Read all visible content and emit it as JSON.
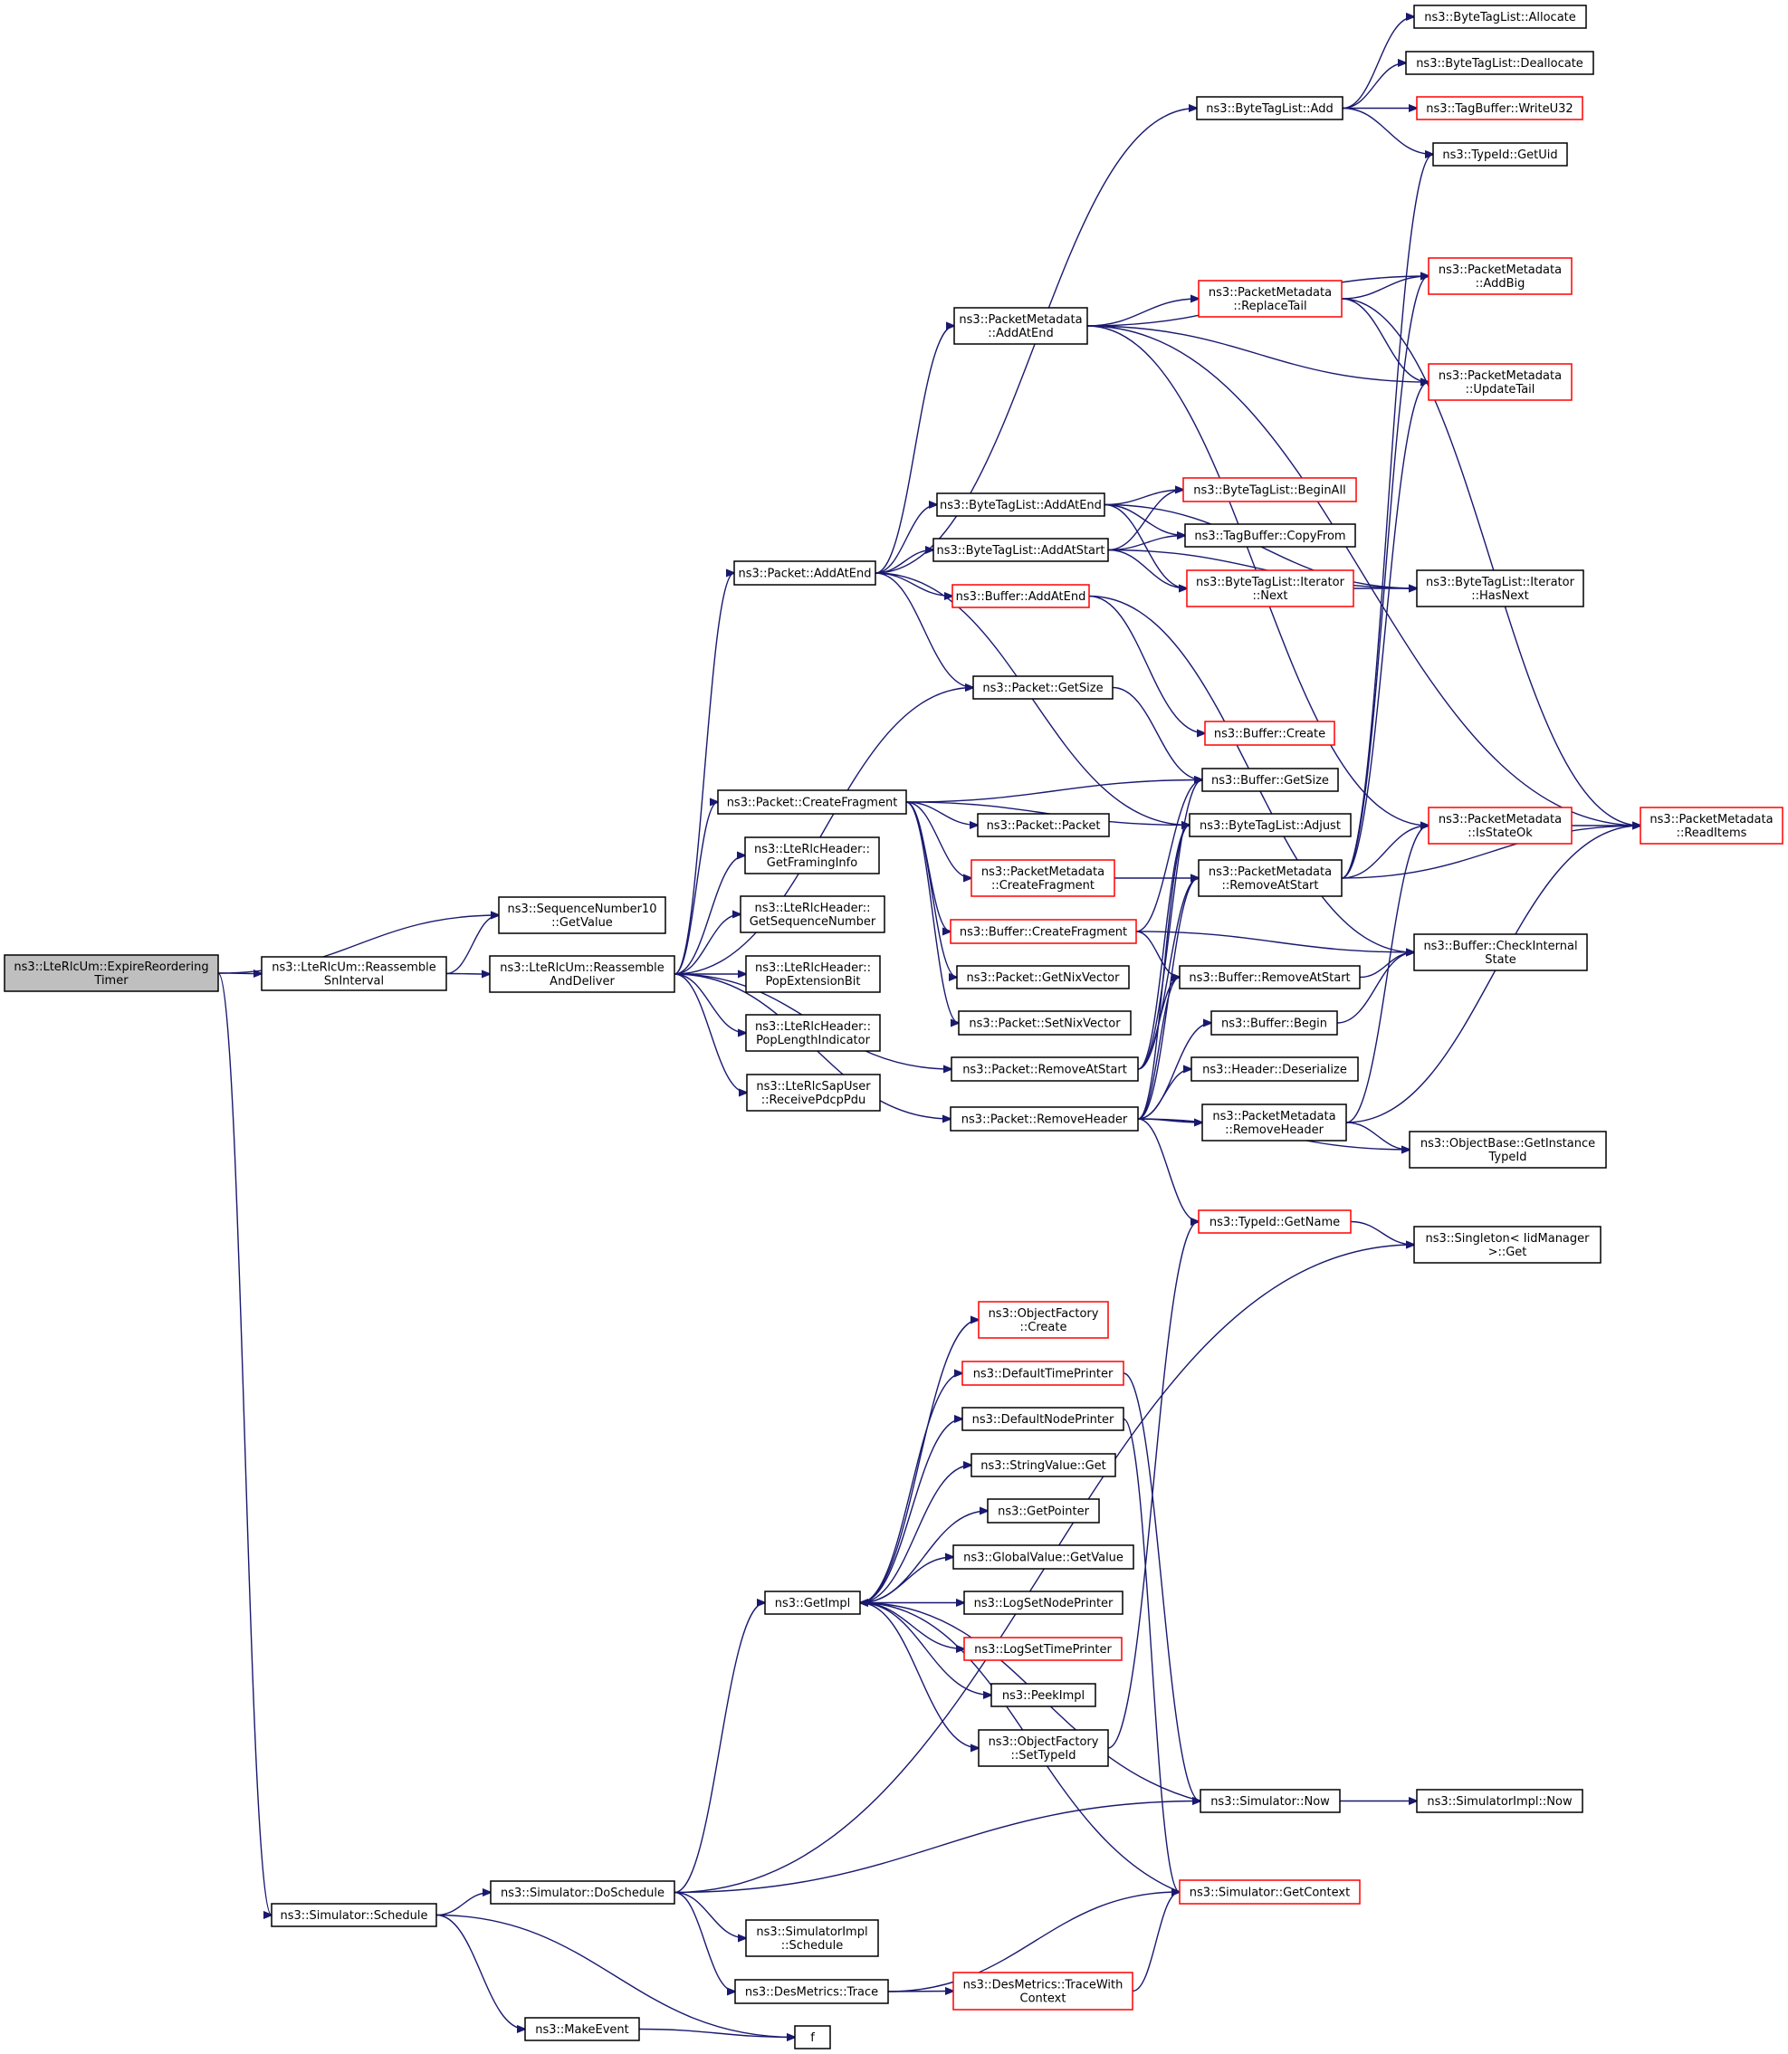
{
  "title": "Call graph of ns3::LteRlcUm::ExpireReorderingTimer",
  "colors": {
    "edge": "#191970",
    "border_normal": "#000000",
    "border_truncated": "#ff0000",
    "root_fill": "#bfbfbf"
  },
  "nodes": [
    {
      "id": "root",
      "lines": [
        "ns3::LteRlcUm::ExpireReordering",
        "Timer"
      ],
      "style": "root"
    },
    {
      "id": "snint",
      "lines": [
        "ns3::LteRlcUm::Reassemble",
        "SnInterval"
      ],
      "style": "normal"
    },
    {
      "id": "seq10",
      "lines": [
        "ns3::SequenceNumber10",
        "::GetValue"
      ],
      "style": "normal"
    },
    {
      "id": "rad",
      "lines": [
        "ns3::LteRlcUm::Reassemble",
        "AndDeliver"
      ],
      "style": "normal"
    },
    {
      "id": "getframing",
      "lines": [
        "ns3::LteRlcHeader::",
        "GetFramingInfo"
      ],
      "style": "normal"
    },
    {
      "id": "getseq",
      "lines": [
        "ns3::LteRlcHeader::",
        "GetSequenceNumber"
      ],
      "style": "normal"
    },
    {
      "id": "popext",
      "lines": [
        "ns3::LteRlcHeader::",
        "PopExtensionBit"
      ],
      "style": "normal"
    },
    {
      "id": "poplen",
      "lines": [
        "ns3::LteRlcHeader::",
        "PopLengthIndicator"
      ],
      "style": "normal"
    },
    {
      "id": "recvpdcp",
      "lines": [
        "ns3::LteRlcSapUser",
        "::ReceivePdcpPdu"
      ],
      "style": "normal"
    },
    {
      "id": "pkt_addatend",
      "lines": [
        "ns3::Packet::AddAtEnd"
      ],
      "style": "normal"
    },
    {
      "id": "pkt_getsize",
      "lines": [
        "ns3::Packet::GetSize"
      ],
      "style": "normal"
    },
    {
      "id": "pkt_createfrag",
      "lines": [
        "ns3::Packet::CreateFragment"
      ],
      "style": "normal"
    },
    {
      "id": "pkt_packet",
      "lines": [
        "ns3::Packet::Packet"
      ],
      "style": "normal"
    },
    {
      "id": "pm_createfrag",
      "lines": [
        "ns3::PacketMetadata",
        "::CreateFragment"
      ],
      "style": "red"
    },
    {
      "id": "buf_createfrag",
      "lines": [
        "ns3::Buffer::CreateFragment"
      ],
      "style": "red"
    },
    {
      "id": "getnix",
      "lines": [
        "ns3::Packet::GetNixVector"
      ],
      "style": "normal"
    },
    {
      "id": "setnix",
      "lines": [
        "ns3::Packet::SetNixVector"
      ],
      "style": "normal"
    },
    {
      "id": "pkt_removeatstart",
      "lines": [
        "ns3::Packet::RemoveAtStart"
      ],
      "style": "normal"
    },
    {
      "id": "pkt_removeheader",
      "lines": [
        "ns3::Packet::RemoveHeader"
      ],
      "style": "normal"
    },
    {
      "id": "btl_add",
      "lines": [
        "ns3::ByteTagList::Add"
      ],
      "style": "normal"
    },
    {
      "id": "btl_allocate",
      "lines": [
        "ns3::ByteTagList::Allocate"
      ],
      "style": "normal"
    },
    {
      "id": "btl_deallocate",
      "lines": [
        "ns3::ByteTagList::Deallocate"
      ],
      "style": "normal"
    },
    {
      "id": "tb_writeu32",
      "lines": [
        "ns3::TagBuffer::WriteU32"
      ],
      "style": "red"
    },
    {
      "id": "typeid_getuid",
      "lines": [
        "ns3::TypeId::GetUid"
      ],
      "style": "normal"
    },
    {
      "id": "pm_addatend",
      "lines": [
        "ns3::PacketMetadata",
        "::AddAtEnd"
      ],
      "style": "normal"
    },
    {
      "id": "pm_replacetail",
      "lines": [
        "ns3::PacketMetadata",
        "::ReplaceTail"
      ],
      "style": "red"
    },
    {
      "id": "pm_addbig",
      "lines": [
        "ns3::PacketMetadata",
        "::AddBig"
      ],
      "style": "red"
    },
    {
      "id": "pm_updatetail",
      "lines": [
        "ns3::PacketMetadata",
        "::UpdateTail"
      ],
      "style": "red"
    },
    {
      "id": "btl_addatend",
      "lines": [
        "ns3::ByteTagList::AddAtEnd"
      ],
      "style": "normal"
    },
    {
      "id": "btl_addatstart",
      "lines": [
        "ns3::ByteTagList::AddAtStart"
      ],
      "style": "normal"
    },
    {
      "id": "buf_addatend",
      "lines": [
        "ns3::Buffer::AddAtEnd"
      ],
      "style": "red"
    },
    {
      "id": "btl_beginall",
      "lines": [
        "ns3::ByteTagList::BeginAll"
      ],
      "style": "red"
    },
    {
      "id": "tb_copyfrom",
      "lines": [
        "ns3::TagBuffer::CopyFrom"
      ],
      "style": "normal"
    },
    {
      "id": "btl_itnext",
      "lines": [
        "ns3::ByteTagList::Iterator",
        "::Next"
      ],
      "style": "red"
    },
    {
      "id": "btl_hasnext",
      "lines": [
        "ns3::ByteTagList::Iterator",
        "::HasNext"
      ],
      "style": "normal"
    },
    {
      "id": "buf_create",
      "lines": [
        "ns3::Buffer::Create"
      ],
      "style": "red"
    },
    {
      "id": "buf_getsize",
      "lines": [
        "ns3::Buffer::GetSize"
      ],
      "style": "normal"
    },
    {
      "id": "btl_adjust",
      "lines": [
        "ns3::ByteTagList::Adjust"
      ],
      "style": "normal"
    },
    {
      "id": "pm_removeatstart",
      "lines": [
        "ns3::PacketMetadata",
        "::RemoveAtStart"
      ],
      "style": "normal"
    },
    {
      "id": "pm_isstateok",
      "lines": [
        "ns3::PacketMetadata",
        "::IsStateOk"
      ],
      "style": "red"
    },
    {
      "id": "pm_readitems",
      "lines": [
        "ns3::PacketMetadata",
        "::ReadItems"
      ],
      "style": "red"
    },
    {
      "id": "buf_checkinternal",
      "lines": [
        "ns3::Buffer::CheckInternal",
        "State"
      ],
      "style": "normal"
    },
    {
      "id": "buf_removeatstart",
      "lines": [
        "ns3::Buffer::RemoveAtStart"
      ],
      "style": "normal"
    },
    {
      "id": "buf_begin",
      "lines": [
        "ns3::Buffer::Begin"
      ],
      "style": "normal"
    },
    {
      "id": "hdr_deserialize",
      "lines": [
        "ns3::Header::Deserialize"
      ],
      "style": "normal"
    },
    {
      "id": "pm_removeheader",
      "lines": [
        "ns3::PacketMetadata",
        "::RemoveHeader"
      ],
      "style": "normal"
    },
    {
      "id": "ob_getinstancetypeid",
      "lines": [
        "ns3::ObjectBase::GetInstance",
        "TypeId"
      ],
      "style": "normal"
    },
    {
      "id": "typeid_getname",
      "lines": [
        "ns3::TypeId::GetName"
      ],
      "style": "red"
    },
    {
      "id": "singleton_get",
      "lines": [
        "ns3::Singleton< IidManager",
        ">::Get"
      ],
      "style": "normal"
    },
    {
      "id": "of_create",
      "lines": [
        "ns3::ObjectFactory",
        "::Create"
      ],
      "style": "red"
    },
    {
      "id": "defaulttimeprinter",
      "lines": [
        "ns3::DefaultTimePrinter"
      ],
      "style": "red"
    },
    {
      "id": "defaultnodeprinter",
      "lines": [
        "ns3::DefaultNodePrinter"
      ],
      "style": "normal"
    },
    {
      "id": "stringvalue_get",
      "lines": [
        "ns3::StringValue::Get"
      ],
      "style": "normal"
    },
    {
      "id": "getpointer",
      "lines": [
        "ns3::GetPointer"
      ],
      "style": "normal"
    },
    {
      "id": "gv_getvalue",
      "lines": [
        "ns3::GlobalValue::GetValue"
      ],
      "style": "normal"
    },
    {
      "id": "getimpl",
      "lines": [
        "ns3::GetImpl"
      ],
      "style": "normal"
    },
    {
      "id": "logsetnodeprinter",
      "lines": [
        "ns3::LogSetNodePrinter"
      ],
      "style": "normal"
    },
    {
      "id": "logsettimeprinter",
      "lines": [
        "ns3::LogSetTimePrinter"
      ],
      "style": "red"
    },
    {
      "id": "peekimpl",
      "lines": [
        "ns3::PeekImpl"
      ],
      "style": "normal"
    },
    {
      "id": "of_settypeid",
      "lines": [
        "ns3::ObjectFactory",
        "::SetTypeId"
      ],
      "style": "normal"
    },
    {
      "id": "sim_now",
      "lines": [
        "ns3::Simulator::Now"
      ],
      "style": "normal"
    },
    {
      "id": "simimpl_now",
      "lines": [
        "ns3::SimulatorImpl::Now"
      ],
      "style": "normal"
    },
    {
      "id": "sim_getcontext",
      "lines": [
        "ns3::Simulator::GetContext"
      ],
      "style": "red"
    },
    {
      "id": "sim_schedule",
      "lines": [
        "ns3::Simulator::Schedule"
      ],
      "style": "normal"
    },
    {
      "id": "sim_doschedule",
      "lines": [
        "ns3::Simulator::DoSchedule"
      ],
      "style": "normal"
    },
    {
      "id": "simimpl_schedule",
      "lines": [
        "ns3::SimulatorImpl",
        "::Schedule"
      ],
      "style": "normal"
    },
    {
      "id": "desmetrics_trace",
      "lines": [
        "ns3::DesMetrics::Trace"
      ],
      "style": "normal"
    },
    {
      "id": "desmetrics_tracewith",
      "lines": [
        "ns3::DesMetrics::TraceWith",
        "Context"
      ],
      "style": "red"
    },
    {
      "id": "makeevent",
      "lines": [
        "ns3::MakeEvent"
      ],
      "style": "normal"
    },
    {
      "id": "f",
      "lines": [
        "f"
      ],
      "style": "normal"
    }
  ],
  "edges": [
    [
      "root",
      "snint"
    ],
    [
      "root",
      "seq10"
    ],
    [
      "root",
      "sim_schedule"
    ],
    [
      "snint",
      "seq10"
    ],
    [
      "snint",
      "rad"
    ],
    [
      "rad",
      "pkt_addatend"
    ],
    [
      "rad",
      "pkt_getsize"
    ],
    [
      "rad",
      "pkt_createfrag"
    ],
    [
      "rad",
      "getframing"
    ],
    [
      "rad",
      "getseq"
    ],
    [
      "rad",
      "popext"
    ],
    [
      "rad",
      "poplen"
    ],
    [
      "rad",
      "recvpdcp"
    ],
    [
      "rad",
      "pkt_removeatstart"
    ],
    [
      "rad",
      "pkt_removeheader"
    ],
    [
      "pkt_addatend",
      "btl_add"
    ],
    [
      "pkt_addatend",
      "pm_addatend"
    ],
    [
      "pkt_addatend",
      "btl_addatend"
    ],
    [
      "pkt_addatend",
      "btl_addatstart"
    ],
    [
      "pkt_addatend",
      "buf_addatend"
    ],
    [
      "pkt_addatend",
      "pkt_getsize"
    ],
    [
      "pkt_addatend",
      "btl_adjust"
    ],
    [
      "btl_add",
      "btl_allocate"
    ],
    [
      "btl_add",
      "btl_deallocate"
    ],
    [
      "btl_add",
      "tb_writeu32"
    ],
    [
      "btl_add",
      "typeid_getuid"
    ],
    [
      "pm_addatend",
      "pm_replacetail"
    ],
    [
      "pm_addatend",
      "pm_addbig"
    ],
    [
      "pm_addatend",
      "pm_updatetail"
    ],
    [
      "pm_addatend",
      "pm_readitems"
    ],
    [
      "pm_addatend",
      "pm_isstateok"
    ],
    [
      "pm_replacetail",
      "pm_addbig"
    ],
    [
      "pm_replacetail",
      "pm_updatetail"
    ],
    [
      "pm_replacetail",
      "pm_readitems"
    ],
    [
      "btl_addatend",
      "btl_beginall"
    ],
    [
      "btl_addatend",
      "tb_copyfrom"
    ],
    [
      "btl_addatend",
      "btl_itnext"
    ],
    [
      "btl_addatend",
      "btl_hasnext"
    ],
    [
      "btl_addatstart",
      "btl_beginall"
    ],
    [
      "btl_addatstart",
      "tb_copyfrom"
    ],
    [
      "btl_addatstart",
      "btl_itnext"
    ],
    [
      "btl_addatstart",
      "btl_hasnext"
    ],
    [
      "btl_itnext",
      "btl_hasnext"
    ],
    [
      "buf_addatend",
      "buf_create"
    ],
    [
      "buf_addatend",
      "buf_checkinternal"
    ],
    [
      "pkt_getsize",
      "buf_getsize"
    ],
    [
      "pkt_createfrag",
      "pkt_packet"
    ],
    [
      "pkt_createfrag",
      "pm_createfrag"
    ],
    [
      "pkt_createfrag",
      "buf_createfrag"
    ],
    [
      "pkt_createfrag",
      "getnix"
    ],
    [
      "pkt_createfrag",
      "setnix"
    ],
    [
      "pkt_createfrag",
      "buf_getsize"
    ],
    [
      "pkt_createfrag",
      "btl_adjust"
    ],
    [
      "pm_createfrag",
      "pm_removeatstart"
    ],
    [
      "buf_createfrag",
      "buf_getsize"
    ],
    [
      "buf_createfrag",
      "buf_removeatstart"
    ],
    [
      "buf_createfrag",
      "buf_checkinternal"
    ],
    [
      "pm_removeatstart",
      "pm_isstateok"
    ],
    [
      "pm_removeatstart",
      "pm_readitems"
    ],
    [
      "pm_removeatstart",
      "typeid_getuid"
    ],
    [
      "pm_removeatstart",
      "pm_addbig"
    ],
    [
      "pm_removeatstart",
      "pm_updatetail"
    ],
    [
      "pm_isstateok",
      "pm_readitems"
    ],
    [
      "buf_removeatstart",
      "buf_checkinternal"
    ],
    [
      "buf_begin",
      "buf_checkinternal"
    ],
    [
      "pkt_removeatstart",
      "buf_removeatstart"
    ],
    [
      "pkt_removeatstart",
      "pm_removeatstart"
    ],
    [
      "pkt_removeatstart",
      "btl_adjust"
    ],
    [
      "pkt_removeatstart",
      "buf_getsize"
    ],
    [
      "pkt_removeheader",
      "buf_begin"
    ],
    [
      "pkt_removeheader",
      "hdr_deserialize"
    ],
    [
      "pkt_removeheader",
      "pm_removeheader"
    ],
    [
      "pkt_removeheader",
      "ob_getinstancetypeid"
    ],
    [
      "pkt_removeheader",
      "typeid_getname"
    ],
    [
      "pkt_removeheader",
      "buf_removeatstart"
    ],
    [
      "pkt_removeheader",
      "pm_removeatstart"
    ],
    [
      "pkt_removeheader",
      "btl_adjust"
    ],
    [
      "pm_removeheader",
      "ob_getinstancetypeid"
    ],
    [
      "pm_removeheader",
      "pm_isstateok"
    ],
    [
      "pm_removeheader",
      "pm_readitems"
    ],
    [
      "typeid_getname",
      "singleton_get"
    ],
    [
      "getimpl",
      "of_create"
    ],
    [
      "getimpl",
      "defaulttimeprinter"
    ],
    [
      "getimpl",
      "defaultnodeprinter"
    ],
    [
      "getimpl",
      "stringvalue_get"
    ],
    [
      "getimpl",
      "getpointer"
    ],
    [
      "getimpl",
      "gv_getvalue"
    ],
    [
      "getimpl",
      "logsetnodeprinter"
    ],
    [
      "getimpl",
      "logsettimeprinter"
    ],
    [
      "getimpl",
      "peekimpl"
    ],
    [
      "getimpl",
      "of_settypeid"
    ],
    [
      "of_settypeid",
      "typeid_getname"
    ],
    [
      "defaulttimeprinter",
      "sim_now"
    ],
    [
      "defaultnodeprinter",
      "sim_getcontext"
    ],
    [
      "sim_now",
      "getimpl"
    ],
    [
      "sim_now",
      "simimpl_now"
    ],
    [
      "sim_getcontext",
      "getimpl"
    ],
    [
      "sim_schedule",
      "sim_doschedule"
    ],
    [
      "sim_schedule",
      "makeevent"
    ],
    [
      "sim_schedule",
      "f"
    ],
    [
      "sim_doschedule",
      "getimpl"
    ],
    [
      "sim_doschedule",
      "singleton_get"
    ],
    [
      "sim_doschedule",
      "sim_now"
    ],
    [
      "sim_doschedule",
      "simimpl_schedule"
    ],
    [
      "sim_doschedule",
      "desmetrics_trace"
    ],
    [
      "desmetrics_trace",
      "desmetrics_tracewith"
    ],
    [
      "desmetrics_trace",
      "sim_getcontext"
    ],
    [
      "desmetrics_tracewith",
      "sim_getcontext"
    ],
    [
      "makeevent",
      "f"
    ]
  ]
}
